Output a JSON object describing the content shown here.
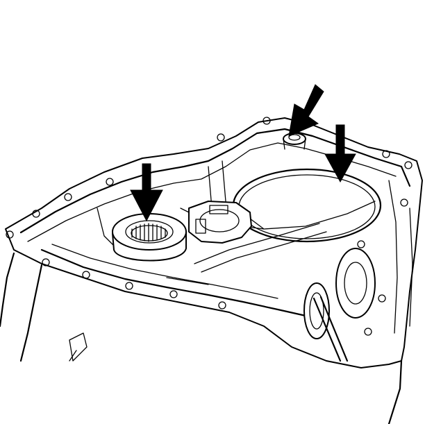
{
  "figure": {
    "components": [
      {
        "name": "transmission-case-half",
        "style": "line-art"
      },
      {
        "name": "needle-bearing"
      },
      {
        "name": "snap-ring"
      },
      {
        "name": "locating-dowel"
      },
      {
        "name": "case-mating-flange"
      }
    ],
    "callouts": [
      {
        "id": "arrow-1",
        "points_to": "needle-bearing",
        "direction": "down"
      },
      {
        "id": "arrow-2",
        "points_to": "locating-dowel",
        "direction": "down-left"
      },
      {
        "id": "arrow-3",
        "points_to": "snap-ring",
        "direction": "down"
      }
    ],
    "colors": {
      "ink": "#000000",
      "paper": "#ffffff"
    }
  }
}
